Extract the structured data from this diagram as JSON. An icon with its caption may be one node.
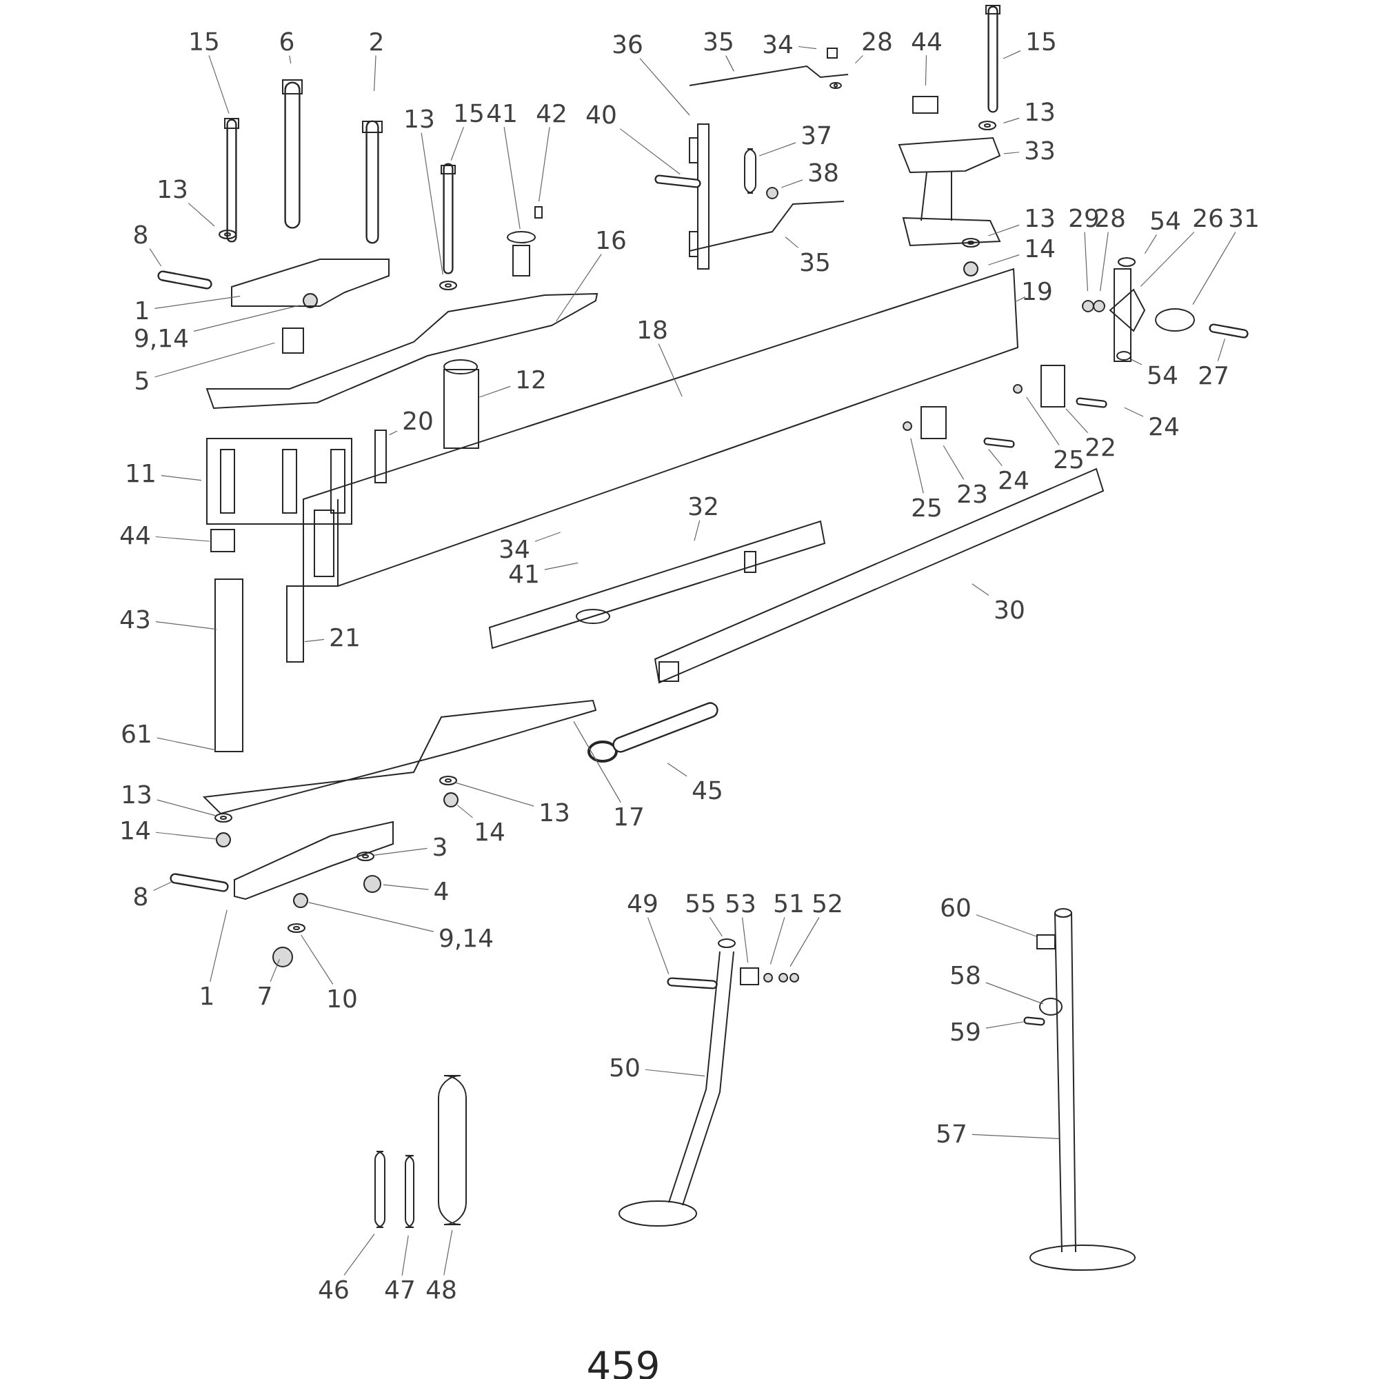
{
  "diagram": {
    "nodes": [
      {
        "text": [
          "15"
        ]
      },
      {
        "text": [
          "6"
        ]
      },
      {
        "text": [
          "2"
        ]
      },
      {
        "text": [
          "13"
        ]
      },
      {
        "text": [
          "8"
        ]
      },
      {
        "text": [
          "1"
        ]
      },
      {
        "text": [
          "9,14"
        ]
      },
      {
        "text": [
          "5"
        ]
      },
      {
        "text": [
          "13"
        ]
      },
      {
        "text": [
          "15"
        ]
      },
      {
        "text": [
          "41"
        ]
      },
      {
        "text": [
          "42"
        ]
      },
      {
        "text": [
          "16"
        ]
      },
      {
        "text": [
          "40"
        ]
      },
      {
        "text": [
          "36"
        ]
      },
      {
        "text": [
          "35"
        ]
      },
      {
        "text": [
          "34"
        ]
      },
      {
        "text": [
          "28"
        ]
      },
      {
        "text": [
          "37"
        ]
      },
      {
        "text": [
          "38"
        ]
      },
      {
        "text": [
          "35"
        ]
      },
      {
        "text": [
          "44"
        ]
      },
      {
        "text": [
          "15"
        ]
      },
      {
        "text": [
          "13"
        ]
      },
      {
        "text": [
          "33"
        ]
      },
      {
        "text": [
          "13"
        ]
      },
      {
        "text": [
          "14"
        ]
      },
      {
        "text": [
          "19"
        ]
      },
      {
        "text": [
          "29"
        ]
      },
      {
        "text": [
          "28"
        ]
      },
      {
        "text": [
          "54"
        ]
      },
      {
        "text": [
          "26"
        ]
      },
      {
        "text": [
          "31"
        ]
      },
      {
        "text": [
          "27"
        ]
      },
      {
        "text": [
          "54"
        ]
      },
      {
        "text": [
          "24"
        ]
      },
      {
        "text": [
          "22"
        ]
      },
      {
        "text": [
          "25"
        ]
      },
      {
        "text": [
          "23"
        ]
      },
      {
        "text": [
          "24"
        ]
      },
      {
        "text": [
          "25"
        ]
      },
      {
        "text": [
          "18"
        ]
      },
      {
        "text": [
          "12"
        ]
      },
      {
        "text": [
          "20"
        ]
      },
      {
        "text": [
          "11"
        ]
      },
      {
        "text": [
          "44"
        ]
      },
      {
        "text": [
          "34"
        ]
      },
      {
        "text": [
          "41"
        ]
      },
      {
        "text": [
          "32"
        ]
      },
      {
        "text": [
          "30"
        ]
      },
      {
        "text": [
          "43"
        ]
      },
      {
        "text": [
          "21"
        ]
      },
      {
        "text": [
          "61"
        ]
      },
      {
        "text": [
          "17"
        ]
      },
      {
        "text": [
          "45"
        ]
      },
      {
        "text": [
          "13"
        ]
      },
      {
        "text": [
          "14"
        ]
      },
      {
        "text": [
          "13"
        ]
      },
      {
        "text": [
          "14"
        ]
      },
      {
        "text": [
          "3"
        ]
      },
      {
        "text": [
          "4"
        ]
      },
      {
        "text": [
          "8"
        ]
      },
      {
        "text": [
          "9,14"
        ]
      },
      {
        "text": [
          "1"
        ]
      },
      {
        "text": [
          "7"
        ]
      },
      {
        "text": [
          "10"
        ]
      },
      {
        "text": [
          "49"
        ]
      },
      {
        "text": [
          "55"
        ]
      },
      {
        "text": [
          "53"
        ]
      },
      {
        "text": [
          "51"
        ]
      },
      {
        "text": [
          "52"
        ]
      },
      {
        "text": [
          "60"
        ]
      },
      {
        "text": [
          "58"
        ]
      },
      {
        "text": [
          "59"
        ]
      },
      {
        "text": [
          "50"
        ]
      },
      {
        "text": [
          "57"
        ]
      },
      {
        "text": [
          "46"
        ]
      },
      {
        "text": [
          "47"
        ]
      },
      {
        "text": [
          "48"
        ]
      }
    ],
    "edges": [
      {
        "from": 0,
        "to": null,
        "arrow": "none"
      },
      {
        "from": 1,
        "to": null,
        "arrow": "none"
      },
      {
        "from": 2,
        "to": null,
        "arrow": "none"
      },
      {
        "from": 3,
        "to": null,
        "arrow": "none"
      },
      {
        "from": 4,
        "to": null,
        "arrow": "none"
      },
      {
        "from": 5,
        "to": null,
        "arrow": "none"
      },
      {
        "from": 6,
        "to": null,
        "arrow": "none"
      },
      {
        "from": 7,
        "to": null,
        "arrow": "none"
      },
      {
        "from": 8,
        "to": null,
        "arrow": "none"
      },
      {
        "from": 9,
        "to": null,
        "arrow": "none"
      },
      {
        "from": 10,
        "to": null,
        "arrow": "none"
      },
      {
        "from": 11,
        "to": null,
        "arrow": "none"
      },
      {
        "from": 12,
        "to": null,
        "arrow": "none"
      },
      {
        "from": 13,
        "to": null,
        "arrow": "none"
      },
      {
        "from": 14,
        "to": null,
        "arrow": "none"
      },
      {
        "from": 15,
        "to": null,
        "arrow": "none"
      },
      {
        "from": 16,
        "to": null,
        "arrow": "none"
      },
      {
        "from": 17,
        "to": null,
        "arrow": "none"
      },
      {
        "from": 18,
        "to": null,
        "arrow": "none"
      },
      {
        "from": 19,
        "to": null,
        "arrow": "none"
      },
      {
        "from": 20,
        "to": null,
        "arrow": "none"
      },
      {
        "from": 21,
        "to": null,
        "arrow": "none"
      },
      {
        "from": 22,
        "to": null,
        "arrow": "none"
      },
      {
        "from": 23,
        "to": null,
        "arrow": "none"
      },
      {
        "from": 24,
        "to": null,
        "arrow": "none"
      },
      {
        "from": 25,
        "to": null,
        "arrow": "none"
      },
      {
        "from": 26,
        "to": null,
        "arrow": "none"
      },
      {
        "from": 27,
        "to": null,
        "arrow": "none"
      },
      {
        "from": 28,
        "to": null,
        "arrow": "none"
      },
      {
        "from": 29,
        "to": null,
        "arrow": "none"
      },
      {
        "from": 30,
        "to": null,
        "arrow": "none"
      },
      {
        "from": 31,
        "to": null,
        "arrow": "none"
      },
      {
        "from": 32,
        "to": null,
        "arrow": "none"
      },
      {
        "from": 33,
        "to": null,
        "arrow": "none"
      },
      {
        "from": 34,
        "to": null,
        "arrow": "none"
      },
      {
        "from": 35,
        "to": null,
        "arrow": "none"
      },
      {
        "from": 36,
        "to": null,
        "arrow": "none"
      },
      {
        "from": 37,
        "to": null,
        "arrow": "none"
      },
      {
        "from": 38,
        "to": null,
        "arrow": "none"
      },
      {
        "from": 39,
        "to": null,
        "arrow": "none"
      },
      {
        "from": 40,
        "to": null,
        "arrow": "none"
      },
      {
        "from": 41,
        "to": null,
        "arrow": "none"
      },
      {
        "from": 42,
        "to": null,
        "arrow": "none"
      },
      {
        "from": 43,
        "to": null,
        "arrow": "none"
      },
      {
        "from": 44,
        "to": null,
        "arrow": "none"
      },
      {
        "from": 45,
        "to": null,
        "arrow": "none"
      },
      {
        "from": 46,
        "to": null,
        "arrow": "none"
      },
      {
        "from": 47,
        "to": null,
        "arrow": "none"
      },
      {
        "from": 48,
        "to": null,
        "arrow": "none"
      },
      {
        "from": 49,
        "to": null,
        "arrow": "none"
      },
      {
        "from": 50,
        "to": null,
        "arrow": "none"
      },
      {
        "from": 51,
        "to": null,
        "arrow": "none"
      },
      {
        "from": 52,
        "to": null,
        "arrow": "none"
      },
      {
        "from": 53,
        "to": null,
        "arrow": "none"
      },
      {
        "from": 54,
        "to": null,
        "arrow": "none"
      },
      {
        "from": 55,
        "to": null,
        "arrow": "none"
      },
      {
        "from": 56,
        "to": null,
        "arrow": "none"
      },
      {
        "from": 57,
        "to": null,
        "arrow": "none"
      },
      {
        "from": 58,
        "to": null,
        "arrow": "none"
      },
      {
        "from": 59,
        "to": null,
        "arrow": "none"
      },
      {
        "from": 60,
        "to": null,
        "arrow": "none"
      },
      {
        "from": 61,
        "to": null,
        "arrow": "none"
      },
      {
        "from": 62,
        "to": null,
        "arrow": "none"
      },
      {
        "from": 63,
        "to": null,
        "arrow": "none"
      },
      {
        "from": 64,
        "to": null,
        "arrow": "none"
      },
      {
        "from": 65,
        "to": null,
        "arrow": "none"
      },
      {
        "from": 66,
        "to": null,
        "arrow": "none"
      },
      {
        "from": 67,
        "to": null,
        "arrow": "none"
      },
      {
        "from": 68,
        "to": null,
        "arrow": "none"
      },
      {
        "from": 69,
        "to": null,
        "arrow": "none"
      },
      {
        "from": 70,
        "to": null,
        "arrow": "none"
      },
      {
        "from": 71,
        "to": null,
        "arrow": "none"
      },
      {
        "from": 72,
        "to": null,
        "arrow": "none"
      },
      {
        "from": 73,
        "to": null,
        "arrow": "none"
      },
      {
        "from": 74,
        "to": null,
        "arrow": "none"
      },
      {
        "from": 75,
        "to": null,
        "arrow": "none"
      },
      {
        "from": 76,
        "to": null,
        "arrow": "none"
      },
      {
        "from": 77,
        "to": null,
        "arrow": "none"
      },
      {
        "from": 78,
        "to": null,
        "arrow": "none"
      }
    ],
    "labels": [
      "459"
    ]
  }
}
